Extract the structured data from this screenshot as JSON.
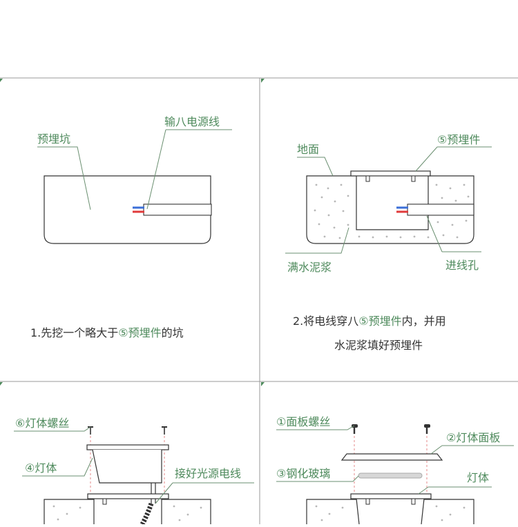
{
  "panels": {
    "p1": {
      "label_pit": "预埋坑",
      "label_cable": "输八电源线",
      "caption": {
        "prefix": "1.先挖一个略大于",
        "highlight": "⑤预埋件",
        "suffix": "的坑"
      }
    },
    "p2": {
      "label_ground": "地面",
      "label_embed": "⑤预埋件",
      "label_cement": "满水泥浆",
      "label_hole": "进线孔",
      "caption_line1": {
        "prefix": "2.将电线穿八",
        "highlight": "⑤预埋件",
        "suffix": "内，并用"
      },
      "caption_line2": "水泥浆填好预埋件"
    },
    "p3": {
      "label_body_screw": "⑥灯体螺丝",
      "label_body": "④灯体",
      "label_wire": "接好光源电线"
    },
    "p4": {
      "label_panel_screw": "①面板螺丝",
      "label_panel": "②灯体面板",
      "label_glass": "③钢化玻璃",
      "label_body": "灯体"
    }
  },
  "colors": {
    "label_green": "#4e8a5c",
    "text_dark": "#333333",
    "wire_red": "#e03a3a",
    "wire_blue": "#3a6fd8",
    "dash_red": "#e48a8a",
    "dot_gray": "#b7b7b7"
  }
}
